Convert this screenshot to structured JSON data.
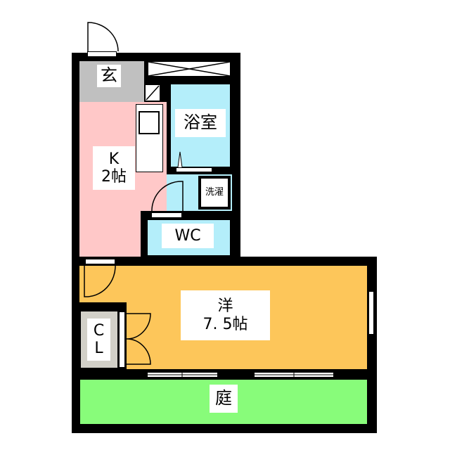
{
  "rooms": {
    "entrance": {
      "label": "玄",
      "color": "#c0c0c0"
    },
    "kitchen": {
      "label_line1": "K",
      "label_line2": "2帖",
      "color": "#ffc8c8"
    },
    "bath": {
      "label": "浴室",
      "color": "#b4eefa"
    },
    "laundry": {
      "label": "洗濯",
      "color": "#b4eefa"
    },
    "wc": {
      "label": "WC",
      "color": "#b4eefa"
    },
    "western": {
      "label_line1": "洋",
      "label_line2": "7. 5帖",
      "color": "#fdc65a"
    },
    "closet": {
      "label_line1": "C",
      "label_line2": "L",
      "color": "#d2d0c8"
    },
    "garden": {
      "label": "庭",
      "color": "#88fc7a"
    }
  }
}
